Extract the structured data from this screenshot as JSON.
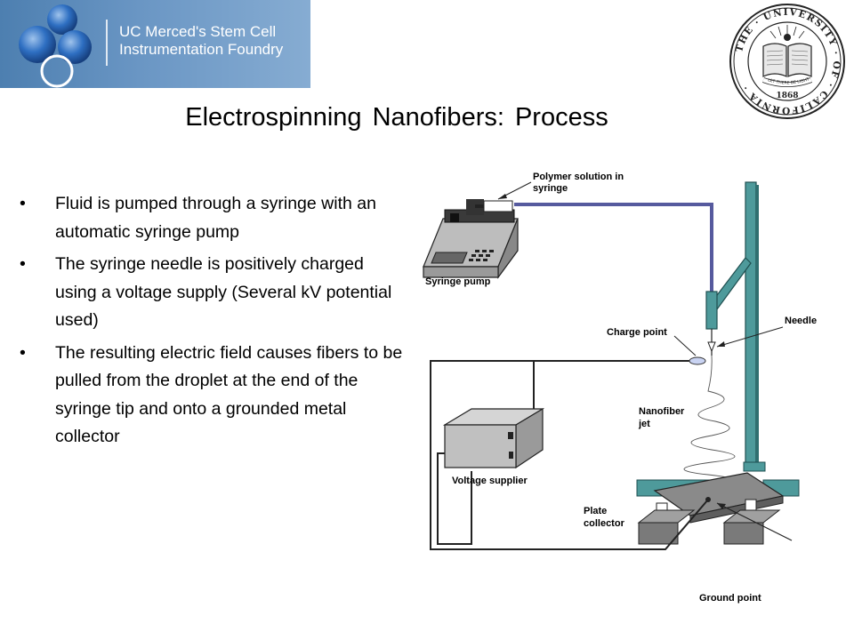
{
  "banner": {
    "line1": "UC Merced's Stem Cell",
    "line2": "Instrumentation Foundry"
  },
  "seal": {
    "top_arc": "THE · UNIVERSITY · OF · CALIFORNIA ·",
    "scroll_text": "LET THERE BE LIGHT",
    "year": "1868"
  },
  "title": "Electrospinning Nanofibers: Process",
  "bullets": [
    "Fluid is pumped through a syringe with an automatic syringe pump",
    "The syringe needle is positively charged using a voltage supply (Several kV potential used)",
    "The resulting electric field causes fibers to be pulled from the droplet at the end of the syringe tip and onto a grounded metal collector"
  ],
  "diagram": {
    "polymer_label_1": "Polymer solution in",
    "polymer_label_2": "syringe",
    "syringe_pump": "Syringe pump",
    "needle": "Needle",
    "charge_point": "Charge point",
    "nanofiber_1": "Nanofiber",
    "nanofiber_2": "jet",
    "voltage_supplier": "Voltage supplier",
    "plate_1": "Plate",
    "plate_2": "collector",
    "ground_point": "Ground point"
  },
  "colors": {
    "banner": "#5b8bbd",
    "tube": "#565a9e",
    "stand": "#4e9a9b"
  }
}
